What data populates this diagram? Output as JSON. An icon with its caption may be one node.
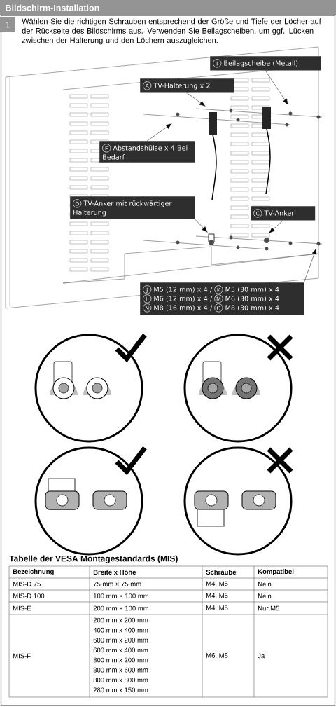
{
  "diagram": {
    "title": "Bildschirm-Installation",
    "nodes": [
      {
        "text": [
          "I",
          "Beilagscheibe (Metall)"
        ]
      },
      {
        "text": [
          "A",
          "TV-Halterung x 2"
        ]
      },
      {
        "text": [
          "F",
          "Abstandshülse x 4 Bei Bedarf"
        ]
      },
      {
        "text": [
          "D",
          "TV-Anker mit rückwärtiger Halterung"
        ]
      },
      {
        "text": [
          "C",
          "TV-Anker"
        ]
      },
      {
        "text": [
          "J",
          "M5 (12 mm) x 4 /",
          "K",
          "M5 (30 mm) x 4",
          "L",
          "M6 (12 mm) x 4 /",
          "M",
          "M6 (30 mm) x 4",
          "N",
          "M8 (16 mm) x 4 /",
          "O",
          "M8 (30 mm) x 4"
        ]
      }
    ],
    "edges": [
      {
        "from": 0,
        "to": null,
        "arrow": "to"
      },
      {
        "from": 1,
        "to": null,
        "arrow": "to"
      },
      {
        "from": 2,
        "to": null,
        "arrow": "to"
      },
      {
        "from": 3,
        "to": null,
        "arrow": "to"
      },
      {
        "from": 4,
        "to": null,
        "arrow": "to"
      },
      {
        "from": 5,
        "to": null,
        "arrow": "to"
      }
    ],
    "labels": [
      "1",
      "Wählen Sie die richtigen Schrauben entsprechend der Größe und Tiefe der Löcher auf der Rückseite des Bildschirms aus. Verwenden Sie Beilagscheiben, um ggf. Lücken zwischen der Halterung und den Löchern auszugleichen.",
      "Tabelle der VESA Montagestandards (MIS)",
      "Bezeichnung",
      "Breite x Höhe",
      "Schraube",
      "Kompatibel",
      "MIS-D 75",
      "75 mm × 75 mm",
      "M4, M5",
      "Nein",
      "MIS-D 100",
      "100 mm × 100 mm",
      "M4, M5",
      "Nein",
      "MIS-E",
      "200 mm × 100 mm",
      "M4, M5",
      "Nur M5",
      "MIS-F",
      "200 mm x 200 mm",
      "400 mm x 400 mm",
      "600 mm x 200 mm",
      "600 mm x 400 mm",
      "800 mm x 200 mm",
      "800 mm x 600 mm",
      "800 mm x 800 mm",
      "280 mm x 150 mm",
      "M6, M8",
      "Ja"
    ]
  }
}
